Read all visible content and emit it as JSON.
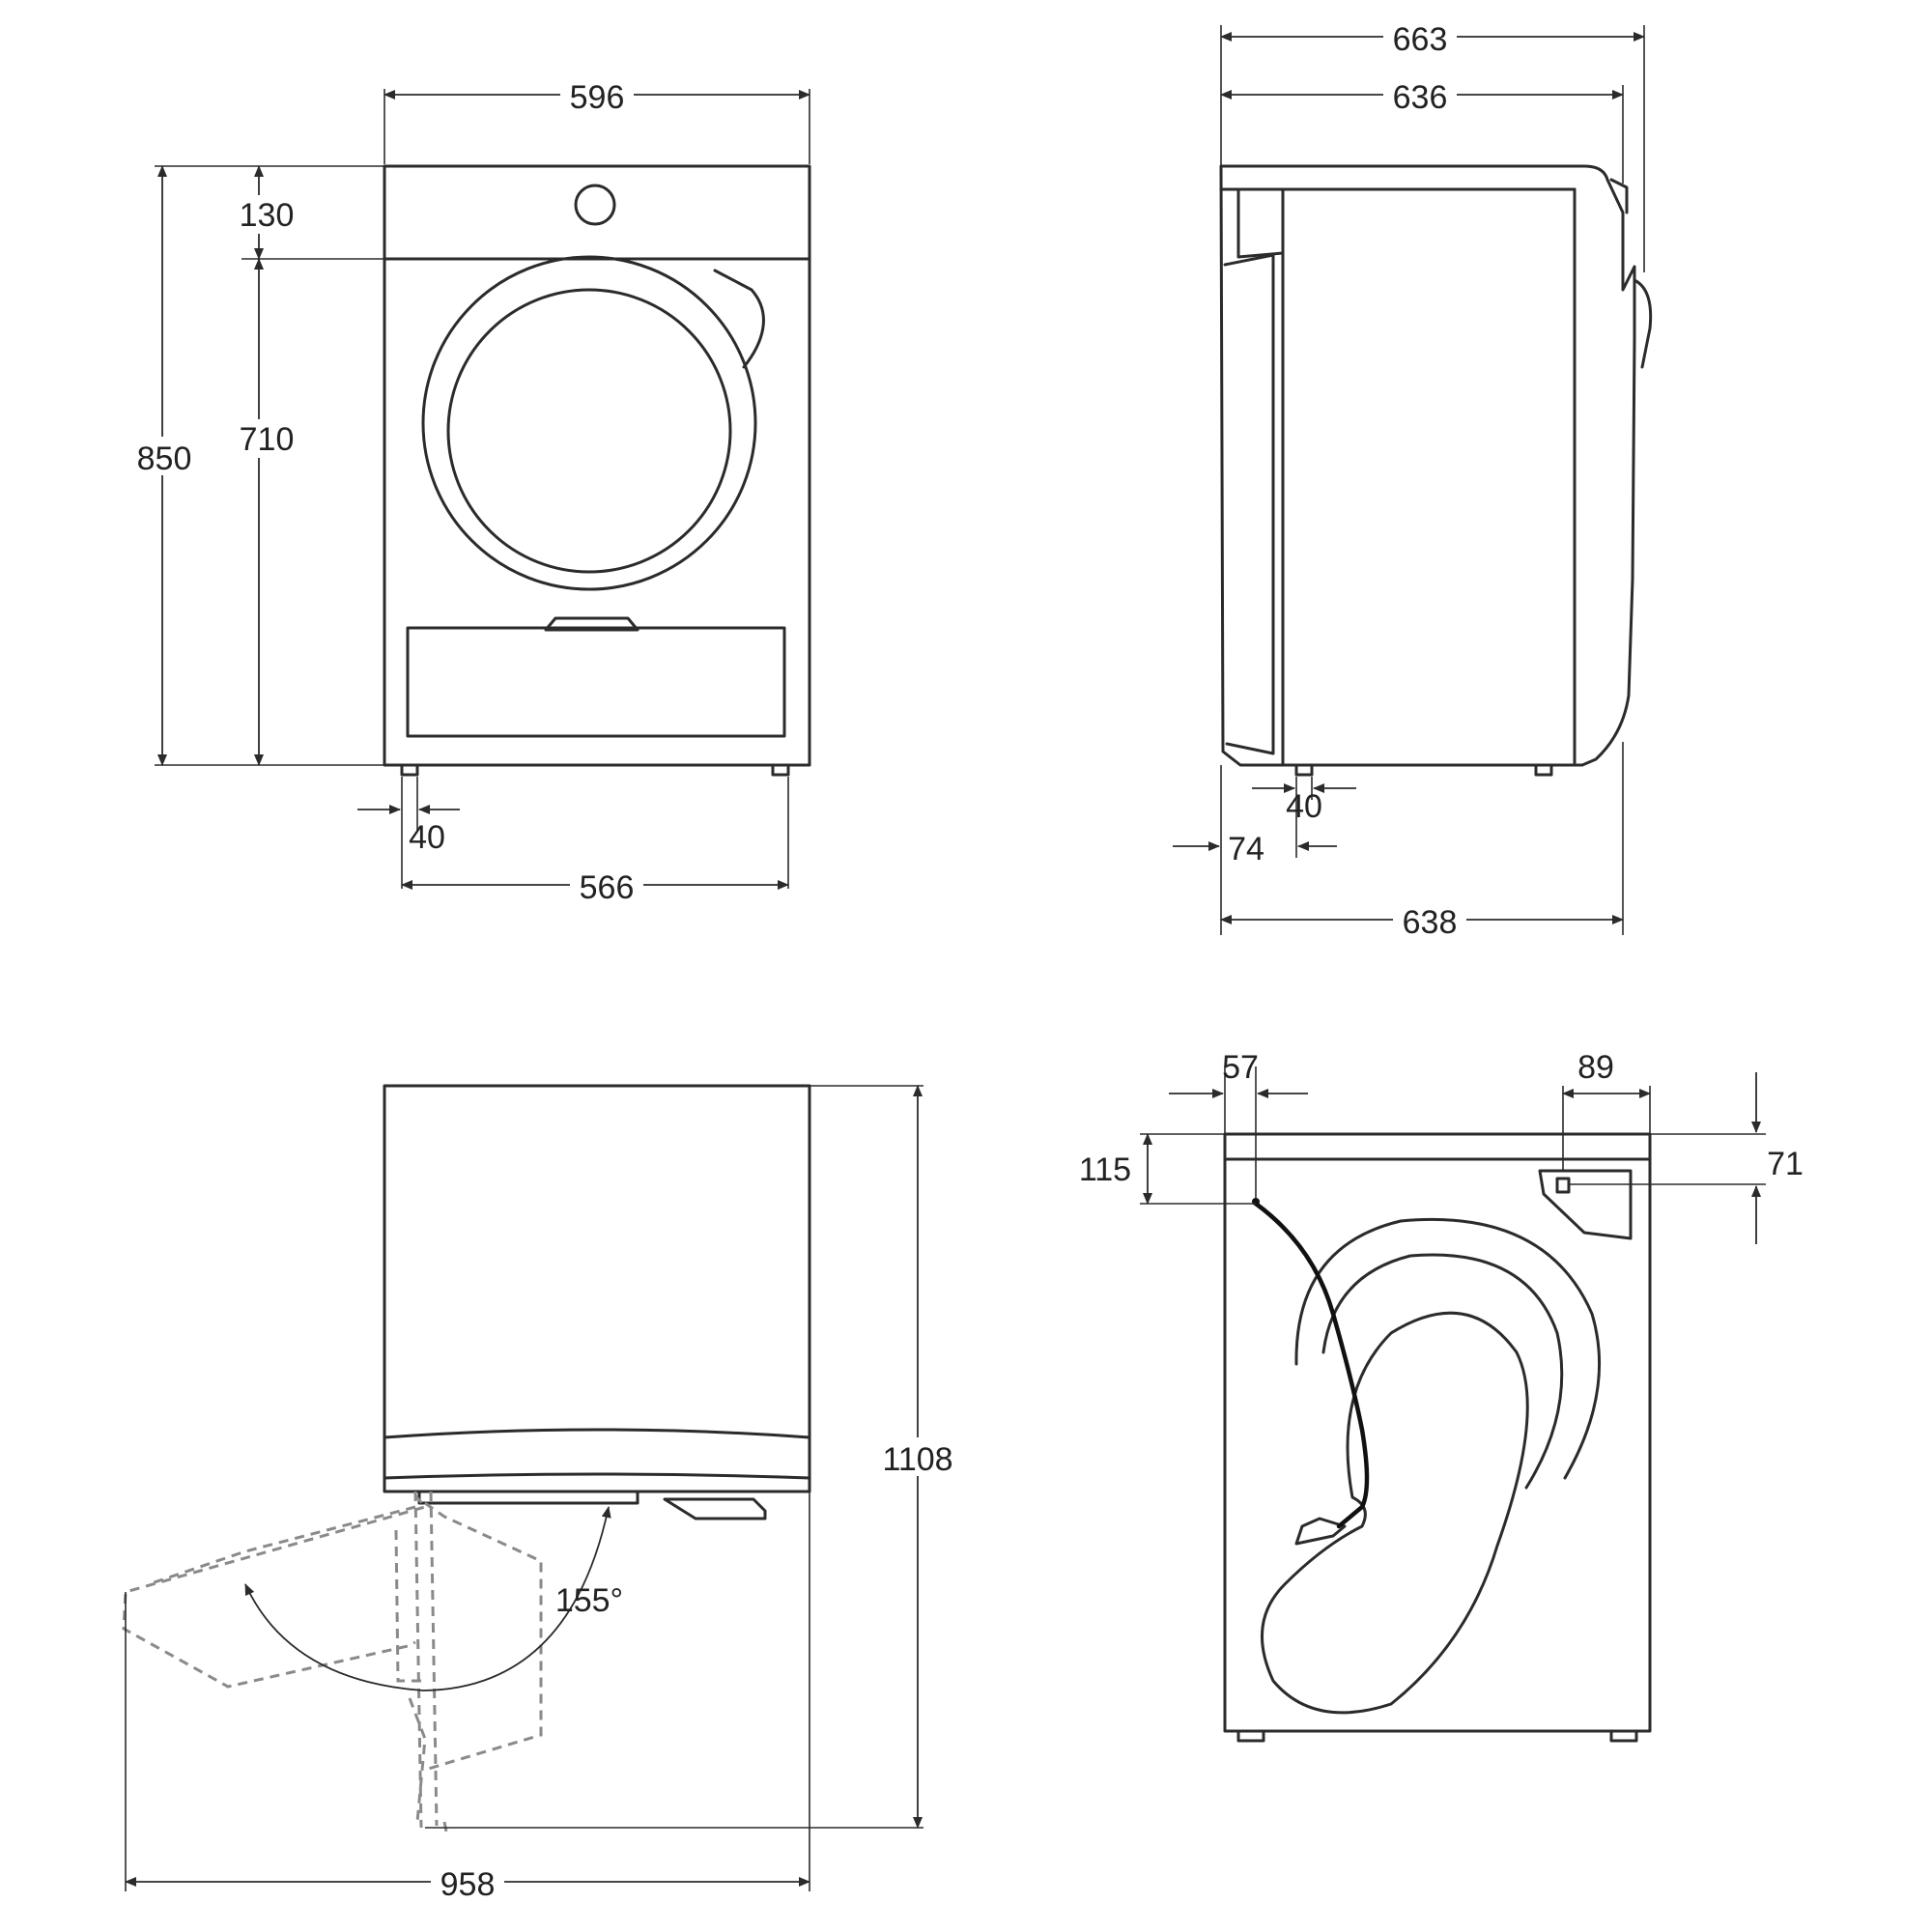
{
  "front_view": {
    "width_label": "596",
    "height_total_label": "850",
    "top_section_label": "130",
    "front_height_label": "710",
    "foot_label": "40",
    "feet_span_label": "566"
  },
  "side_view": {
    "depth_total_label": "663",
    "depth_body_label": "636",
    "depth_base_label": "638",
    "rear_offset_label": "74",
    "foot_label": "40"
  },
  "door_view": {
    "open_depth_label": "1108",
    "open_width_label": "958",
    "angle_label": "155°"
  },
  "rear_view": {
    "cable_offset_label": "57",
    "cable_height_label": "115",
    "outlet_offset_label": "89",
    "outlet_height_label": "71"
  }
}
